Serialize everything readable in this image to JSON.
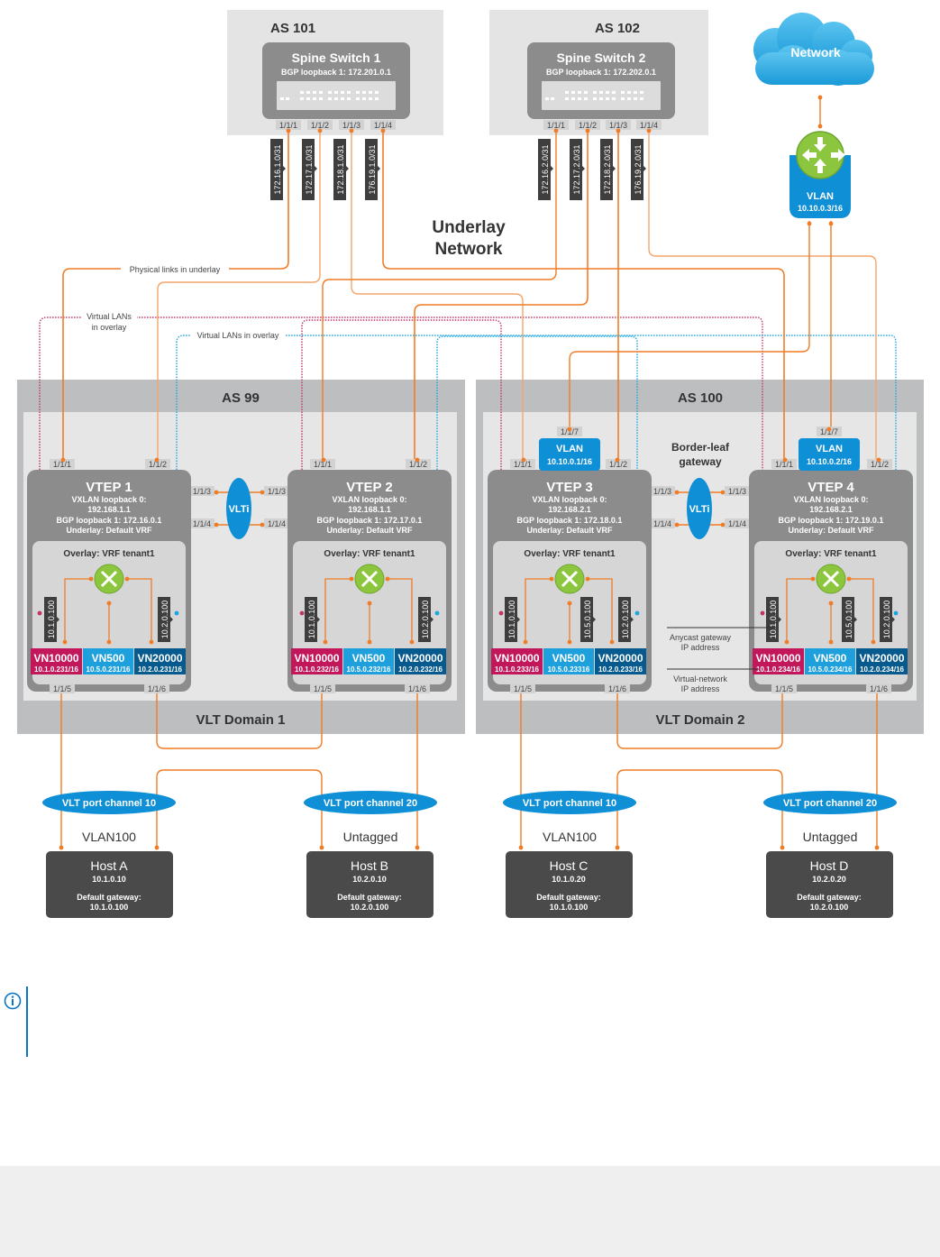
{
  "title": "Underlay Network",
  "title_lines": [
    "Underlay",
    "Network"
  ],
  "colors": {
    "orange": "#f07c26",
    "orange_light": "#f4a66a",
    "magenta_dotted": "#c0336a",
    "cyan_dotted": "#1ca6e0",
    "switch_gray": "#8c8c8c",
    "panel_gray": "#e4e4e4",
    "domain_gray": "#bdbec0",
    "host_dark": "#4a4a4a",
    "vn10000": "#c2185b",
    "vn500": "#1ea0dc",
    "vn20000": "#075a8e",
    "vlan_blue": "#0f8fd6",
    "router_green": "#8cc63f",
    "info_blue": "#0a76c7"
  },
  "spines": [
    {
      "as": "AS 101",
      "name": "Spine Switch 1",
      "loopback": "BGP loopback 1: 172.201.0.1",
      "ports": [
        "1/1/1",
        "1/1/2",
        "1/1/3",
        "1/1/4"
      ],
      "links": [
        "172.16.1.0/31",
        "172.17.1.0/31",
        "172.18.1.0/31",
        "176.19.1.0/31"
      ]
    },
    {
      "as": "AS 102",
      "name": "Spine Switch 2",
      "loopback": "BGP loopback 1: 172.202.0.1",
      "ports": [
        "1/1/1",
        "1/1/2",
        "1/1/3",
        "1/1/4"
      ],
      "links": [
        "172.16.2.0/31",
        "172.17.2.0/31",
        "172.18.2.0/31",
        "176.19.2.0/31"
      ]
    }
  ],
  "external": {
    "cloud_label": "Network",
    "router_vlan": "VLAN",
    "router_ip": "10.10.0.3/16"
  },
  "annotations": {
    "physical_links": "Physical links in underlay",
    "virtual_lans_1": [
      "Virtual LANs",
      "in overlay"
    ],
    "virtual_lans_2": "Virtual LANs in overlay",
    "border_leaf": [
      "Border-leaf",
      "gateway"
    ],
    "anycast": [
      "Anycast gateway",
      "IP address"
    ],
    "virtual_network": [
      "Virtual-network",
      "IP address"
    ]
  },
  "domains": [
    {
      "as": "AS 99",
      "vlt_domain": "VLT Domain 1",
      "vlti": "VLTi",
      "vlti_ports": [
        "1/1/3",
        "1/1/4",
        "1/1/3",
        "1/1/4"
      ]
    },
    {
      "as": "AS 100",
      "vlt_domain": "VLT Domain 2",
      "vlti": "VLTi",
      "vlti_ports": [
        "1/1/3",
        "1/1/4",
        "1/1/3",
        "1/1/4"
      ]
    }
  ],
  "vteps": [
    {
      "name": "VTEP 1",
      "vxlan_label": "VXLAN loopback 0:",
      "vxlan_ip": "192.168.1.1",
      "bgp": "BGP loopback 1: 172.16.0.1",
      "underlay": "Underlay: Default VRF",
      "overlay": "Overlay: VRF tenant1",
      "uplinks": [
        "1/1/1",
        "1/1/2"
      ],
      "downlinks": [
        "1/1/5",
        "1/1/6"
      ],
      "vlan": null,
      "gateways": [
        "10.1.0.100",
        null,
        "10.2.0.100"
      ],
      "vns": [
        {
          "name": "VN10000",
          "ip": "10.1.0.231/16"
        },
        {
          "name": "VN500",
          "ip": "10.5.0.231/16"
        },
        {
          "name": "VN20000",
          "ip": "10.2.0.231/16"
        }
      ]
    },
    {
      "name": "VTEP 2",
      "vxlan_label": "VXLAN loopback 0:",
      "vxlan_ip": "192.168.1.1",
      "bgp": "BGP loopback 1: 172.17.0.1",
      "underlay": "Underlay: Default VRF",
      "overlay": "Overlay: VRF tenant1",
      "uplinks": [
        "1/1/1",
        "1/1/2"
      ],
      "downlinks": [
        "1/1/5",
        "1/1/6"
      ],
      "vlan": null,
      "gateways": [
        "10.1.0.100",
        null,
        "10.2.0.100"
      ],
      "vns": [
        {
          "name": "VN10000",
          "ip": "10.1.0.232/16"
        },
        {
          "name": "VN500",
          "ip": "10.5.0.232/16"
        },
        {
          "name": "VN20000",
          "ip": "10.2.0.232/16"
        }
      ]
    },
    {
      "name": "VTEP 3",
      "vxlan_label": "VXLAN loopback 0:",
      "vxlan_ip": "192.168.2.1",
      "bgp": "BGP loopback 1: 172.18.0.1",
      "underlay": "Underlay: Default VRF",
      "overlay": "Overlay: VRF tenant1",
      "uplinks": [
        "1/1/1",
        "1/1/2"
      ],
      "downlinks": [
        "1/1/5",
        "1/1/6"
      ],
      "vlan": {
        "port": "1/1/7",
        "label": "VLAN",
        "ip": "10.10.0.1/16"
      },
      "gateways": [
        "10.1.0.100",
        "10.5.0.100",
        "10.2.0.100"
      ],
      "vns": [
        {
          "name": "VN10000",
          "ip": "10.1.0.233/16"
        },
        {
          "name": "VN500",
          "ip": "10.5.0.23316"
        },
        {
          "name": "VN20000",
          "ip": "10.2.0.233/16"
        }
      ]
    },
    {
      "name": "VTEP 4",
      "vxlan_label": "VXLAN loopback 0:",
      "vxlan_ip": "192.168.2.1",
      "bgp": "BGP loopback 1: 172.19.0.1",
      "underlay": "Underlay: Default VRF",
      "overlay": "Overlay: VRF tenant1",
      "uplinks": [
        "1/1/1",
        "1/1/2"
      ],
      "downlinks": [
        "1/1/5",
        "1/1/6"
      ],
      "vlan": {
        "port": "1/1/7",
        "label": "VLAN",
        "ip": "10.10.0.2/16"
      },
      "gateways": [
        "10.1.0.100",
        "10.5.0.100",
        "10.2.0.100"
      ],
      "vns": [
        {
          "name": "VN10000",
          "ip": "10.1.0.234/16"
        },
        {
          "name": "VN500",
          "ip": "10.5.0.234/16"
        },
        {
          "name": "VN20000",
          "ip": "10.2.0.234/16"
        }
      ]
    }
  ],
  "port_channels": [
    "VLT port channel 10",
    "VLT port channel 20",
    "VLT port channel 10",
    "VLT port channel 20"
  ],
  "host_vlans": [
    "VLAN100",
    "Untagged",
    "VLAN100",
    "Untagged"
  ],
  "hosts": [
    {
      "name": "Host A",
      "ip": "10.1.0.10",
      "gw_label": "Default gateway:",
      "gw": "10.1.0.100"
    },
    {
      "name": "Host B",
      "ip": "10.2.0.10",
      "gw_label": "Default gateway:",
      "gw": "10.2.0.100"
    },
    {
      "name": "Host C",
      "ip": "10.1.0.20",
      "gw_label": "Default gateway:",
      "gw": "10.1.0.100"
    },
    {
      "name": "Host D",
      "ip": "10.2.0.20",
      "gw_label": "Default gateway:",
      "gw": "10.2.0.100"
    }
  ],
  "note": {
    "icon": "info-icon",
    "text": ""
  }
}
